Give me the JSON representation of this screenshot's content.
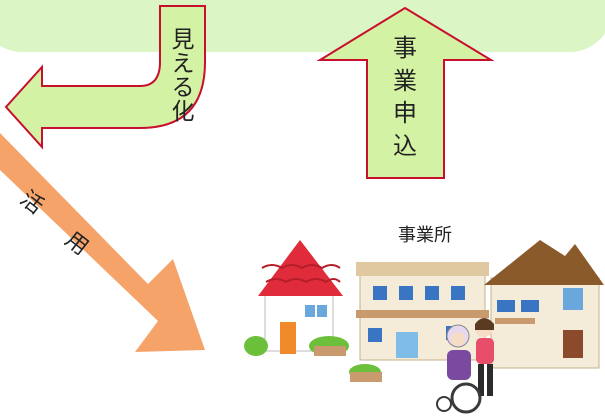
{
  "labels": {
    "mieruka": [
      "見",
      "え",
      "る",
      "化"
    ],
    "jigyou_moushikomi": [
      "事",
      "業",
      "申",
      "込"
    ],
    "katsuyou": [
      "活",
      "用"
    ],
    "office": "事業所"
  },
  "colors": {
    "green_box": "#dcf5c4",
    "green_arrow": "#d4f2a4",
    "arrow_outline": "#c8102e",
    "orange_arrow": "#f6a36a"
  },
  "icons": [
    "houses-illustration-icon",
    "caregiver-wheelchair-icon"
  ]
}
